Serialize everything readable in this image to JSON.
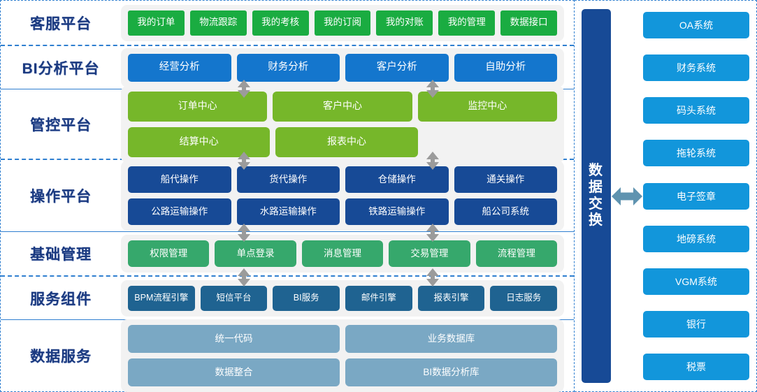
{
  "colors": {
    "panel_border": "#2f7fd0",
    "label_text": "#1b3a80",
    "group_bg": "#f2f2f2",
    "green_vivid": "#1aac41",
    "blue_bright": "#1476cd",
    "green_olive": "#76b72a",
    "navy": "#174a96",
    "green_sea": "#36a86c",
    "steel": "#1f6391",
    "blue_gray": "#7aa8c4",
    "azure": "#1296db",
    "arrow_gray": "#9b9b9b",
    "arrow_steel": "#5f93b0"
  },
  "layers": [
    {
      "label": "客服平台",
      "rows": [
        [
          "我的订单",
          "物流跟踪",
          "我的考核",
          "我的订阅",
          "我的对账",
          "我的管理",
          "数据接口"
        ]
      ]
    },
    {
      "label": "BI分析平台",
      "rows": [
        [
          "经营分析",
          "财务分析",
          "客户分析",
          "自助分析"
        ]
      ]
    },
    {
      "label": "管控平台",
      "rows": [
        [
          "订单中心",
          "客户中心",
          "监控中心"
        ],
        [
          "结算中心",
          "报表中心"
        ]
      ]
    },
    {
      "label": "操作平台",
      "rows": [
        [
          "船代操作",
          "货代操作",
          "仓储操作",
          "通关操作"
        ],
        [
          "公路运输操作",
          "水路运输操作",
          "铁路运输操作",
          "船公司系统"
        ]
      ]
    },
    {
      "label": "基础管理",
      "rows": [
        [
          "权限管理",
          "单点登录",
          "消息管理",
          "交易管理",
          "流程管理"
        ]
      ]
    },
    {
      "label": "服务组件",
      "rows": [
        [
          "BPM流程引擎",
          "短信平台",
          "BI服务",
          "邮件引擎",
          "报表引擎",
          "日志服务"
        ]
      ]
    },
    {
      "label": "数据服务",
      "rows": [
        [
          "统一代码",
          "业务数据库"
        ],
        [
          "数据整合",
          "BI数据分析库"
        ]
      ]
    }
  ],
  "exchange": {
    "label_chars": [
      "数",
      "据",
      "交",
      "换"
    ],
    "arrow_icon": "double-arrow-horizontal"
  },
  "external_systems": [
    "OA系统",
    "财务系统",
    "码头系统",
    "拖轮系统",
    "电子签章",
    "地磅系统",
    "VGM系统",
    "银行",
    "税票"
  ]
}
